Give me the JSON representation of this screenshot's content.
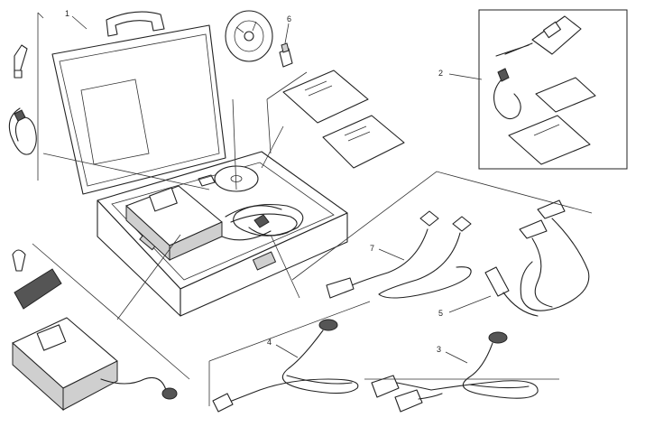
{
  "callouts": {
    "case": "1",
    "kit_group": "2",
    "cable_3": "3",
    "cable_4": "4",
    "cable_5": "5",
    "cd": "6",
    "cable_7": "7"
  }
}
